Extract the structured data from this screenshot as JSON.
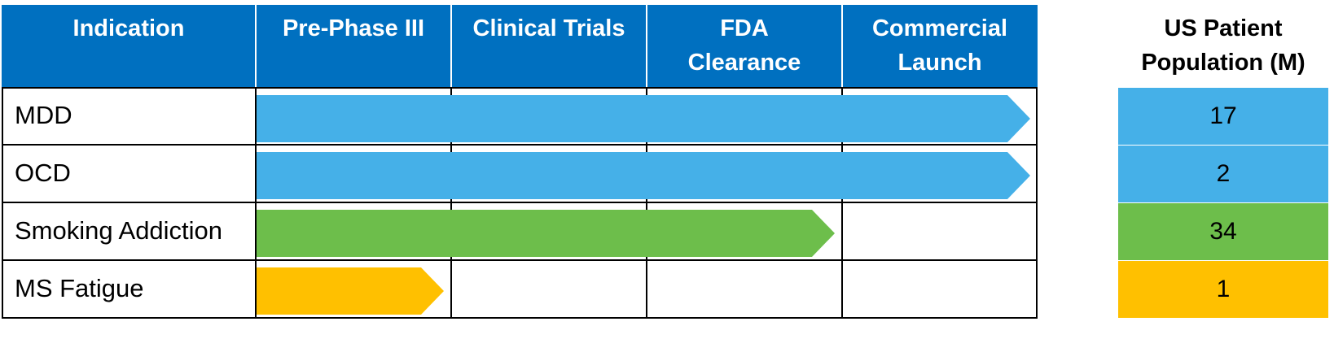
{
  "header": {
    "indication": "Indication",
    "stages": [
      {
        "line1": "Pre-Phase III",
        "line2": ""
      },
      {
        "line1": "Clinical Trials",
        "line2": ""
      },
      {
        "line1": "FDA",
        "line2": "Clearance"
      },
      {
        "line1": "Commercial",
        "line2": "Launch"
      }
    ]
  },
  "rows": [
    {
      "label": "MDD",
      "stages_completed": 4,
      "color": "#45b0e8",
      "population": "17"
    },
    {
      "label": "OCD",
      "stages_completed": 4,
      "color": "#45b0e8",
      "population": "2"
    },
    {
      "label": "Smoking Addiction",
      "stages_completed": 3,
      "color": "#6dbe4b",
      "population": "34"
    },
    {
      "label": "MS Fatigue",
      "stages_completed": 1,
      "color": "#ffc000",
      "population": "1"
    }
  ],
  "population_header": {
    "line1": "US Patient",
    "line2": "Population (M)"
  },
  "colors": {
    "header_blue": "#0070c0"
  }
}
